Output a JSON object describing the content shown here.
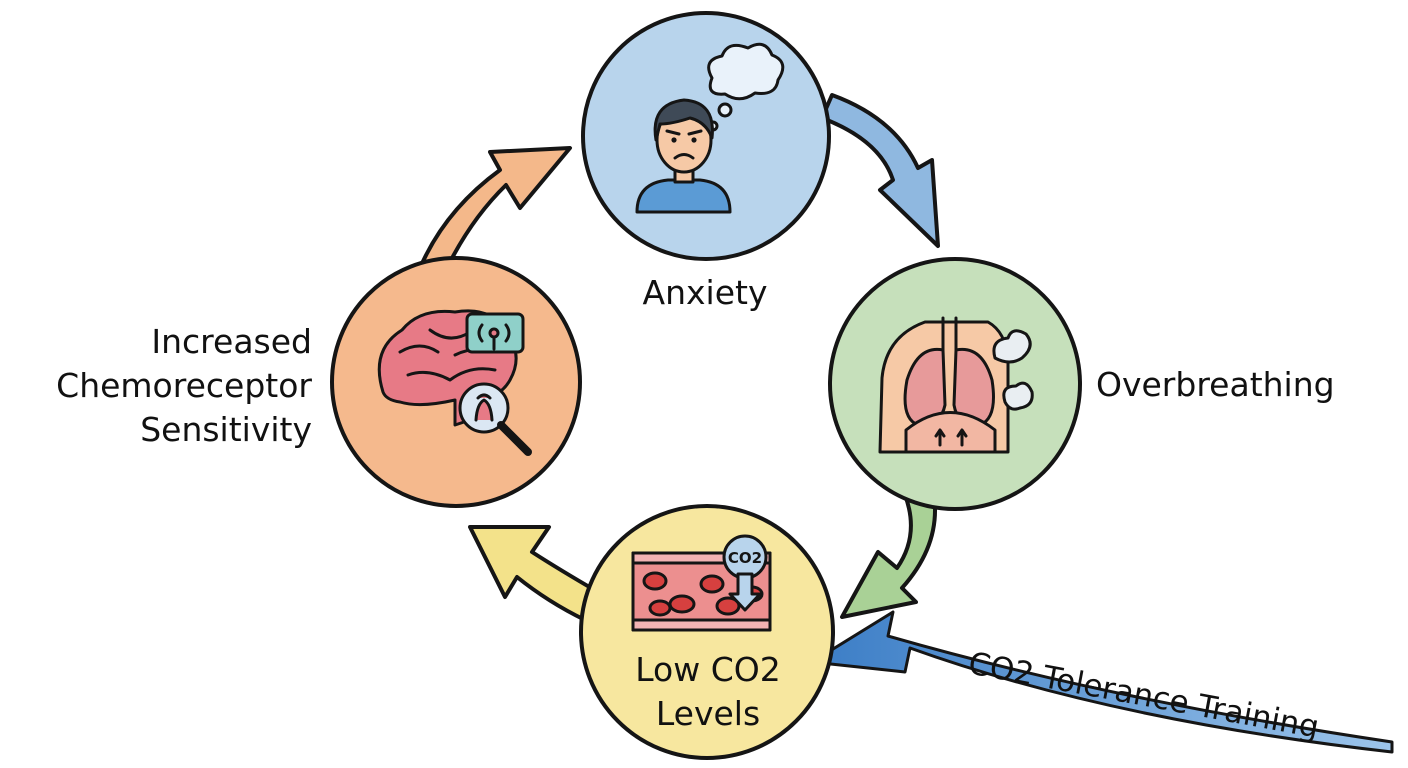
{
  "nodes": {
    "anxiety": {
      "label": "Anxiety",
      "icon": "worried-person-icon",
      "color": "#b8d4ec"
    },
    "overbreathing": {
      "label": "Overbreathing",
      "icon": "lungs-breathing-icon",
      "color": "#c6e0bb"
    },
    "low_co2": {
      "label_line1": "Low CO2",
      "label_line2": "Levels",
      "icon": "blood-vessel-co2-icon",
      "color": "#f7e79f"
    },
    "chemoreceptor": {
      "label_line1": "Increased",
      "label_line2": "Chemoreceptor",
      "label_line3": "Sensitivity",
      "icon": "brain-magnifier-icon",
      "color": "#f5b98d"
    }
  },
  "intervention": {
    "label": "CO2 Tolerance Training",
    "color": "#3b7dc6"
  },
  "co2_badge": "CO2",
  "arrow_colors": {
    "anxiety_to_overbreathing": "#8fb8e0",
    "overbreathing_to_low_co2": "#a9d196",
    "low_co2_to_chemoreceptor": "#f3e28a",
    "chemoreceptor_to_anxiety": "#f4b88a"
  }
}
